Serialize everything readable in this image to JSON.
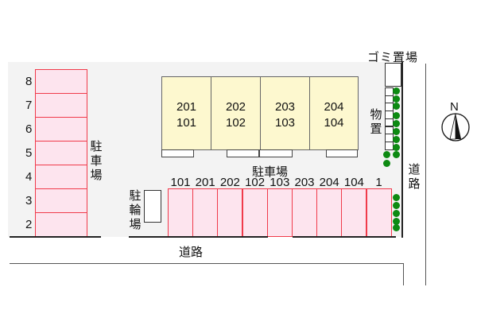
{
  "left_parking": {
    "label": "駐車場",
    "stalls": [
      "8",
      "7",
      "6",
      "5",
      "4",
      "3",
      "2"
    ]
  },
  "buildings": [
    {
      "top": "201",
      "bottom": "101"
    },
    {
      "top": "202",
      "bottom": "102"
    },
    {
      "top": "203",
      "bottom": "103"
    },
    {
      "top": "204",
      "bottom": "104"
    }
  ],
  "center_parking_label": "駐車場",
  "bottom_parking": {
    "stalls": [
      "101",
      "201",
      "202",
      "102",
      "103",
      "203",
      "204",
      "104",
      "1"
    ]
  },
  "bicycle_parking": "駐輪場",
  "garbage": "ゴミ置場",
  "storage": "物置",
  "road_south": "道路",
  "road_east": "道路",
  "compass": "N",
  "colors": {
    "stall_fill": "#fde4ee",
    "stall_border": "#f03a4a",
    "building": "#fdf8cf",
    "tree": "#0d8a12"
  }
}
